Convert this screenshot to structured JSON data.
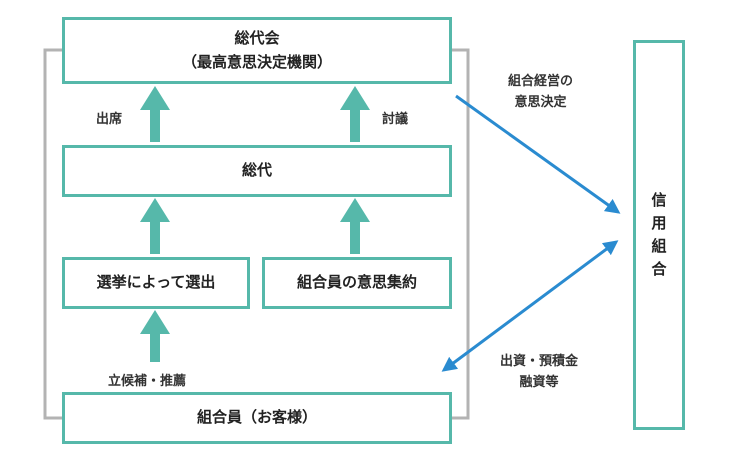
{
  "boxes": {
    "general_meeting_title": "総代会",
    "general_meeting_sub": "（最高意思決定機関）",
    "delegates": "総代",
    "election": "選挙によって選出",
    "intent": "組合員の意思集約",
    "members": "組合員（お客様）",
    "credit_union": [
      "信",
      "用",
      "組",
      "合"
    ]
  },
  "labels": {
    "attendance": "出席",
    "discussion": "討議",
    "candidacy": "立候補・推薦",
    "decision_line1": "組合経営の",
    "decision_line2": "意思決定",
    "funds_line1": "出資・預積金",
    "funds_line2": "融資等"
  },
  "colors": {
    "teal": "#56b8aa",
    "blue": "#2a8bd0",
    "gray": "#b3b3b3"
  }
}
